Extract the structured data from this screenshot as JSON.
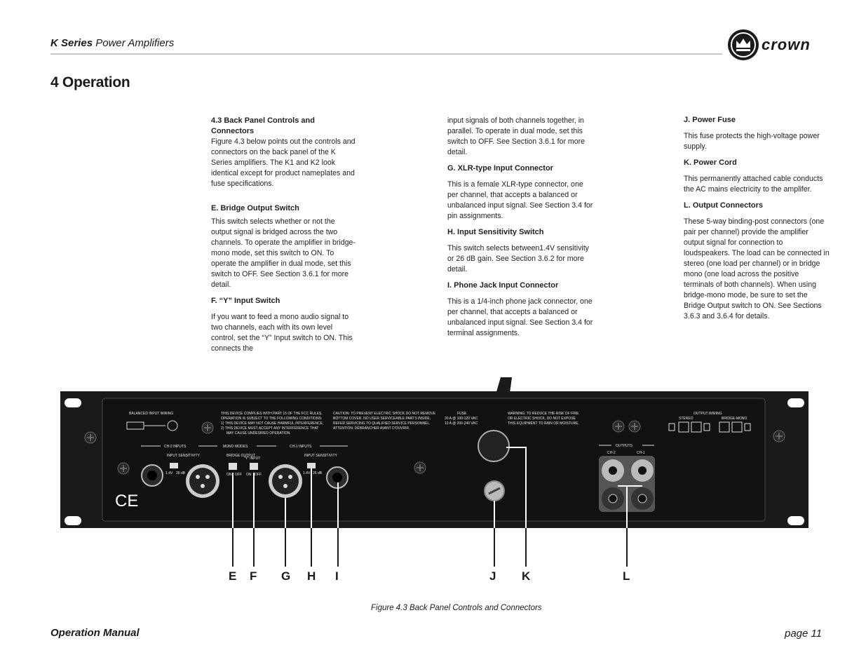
{
  "header": {
    "series": "K Series",
    "subtitle": "Power Amplifiers",
    "brand": "crown"
  },
  "section_title": "4 Operation",
  "columns": {
    "col1": {
      "heading": "4.3 Back Panel Controls and Connectors",
      "intro": "Figure 4.3 below points out the controls and connectors on the back panel of the K Series amplifiers. The K1 and K2 look identical except for product nameplates and fuse specifications.",
      "e_heading": "E. Bridge Output Switch",
      "e_body": "This switch selects whether or not the output signal is bridged across the two channels. To operate the amplifier in bridge-mono mode, set this switch to ON. To operate the amplifier in dual mode, set this switch to OFF. See Section 3.6.1 for more detail.",
      "f_heading": "F. “Y” Input Switch",
      "f_body": "If you want to feed a mono audio signal to two channels, each with its own level control, set the “Y” Input switch to ON.  This connects the"
    },
    "col2": {
      "f_cont": "input signals of both channels together, in parallel. To operate in dual mode, set this switch to OFF. See Section 3.6.1 for more detail.",
      "g_heading": "G. XLR-type Input Connector",
      "g_body": "This is a female XLR-type connector, one per channel, that accepts a balanced or unbalanced input signal. See Section 3.4 for pin assignments.",
      "h_heading": "H. Input Sensitivity Switch",
      "h_body": "This switch selects between1.4V sensitivity or 26 dB gain. See Section 3.6.2 for more detail.",
      "i_heading": "I. Phone Jack Input Connector",
      "i_body": "This is a 1/4-inch phone jack connector, one per channel, that accepts a balanced or unbalanced input signal. See Section 3.4 for terminal assignments."
    },
    "col3": {
      "j_heading": "J. Power Fuse",
      "j_body": "This fuse protects the high-voltage power supply.",
      "k_heading": "K. Power Cord",
      "k_body": "This permanently attached cable conducts the AC mains electricity to the amplifer.",
      "l_heading": "L. Output Connectors",
      "l_body": "These 5-way binding-post connectors (one pair per channel) provide the amplifier output signal for connection to loudspeakers. The load can be connected in stereo (one load per channel) or in bridge mono (one load across the positive terminals of both channels). When using bridge-mono mode, be sure to set the Bridge Output switch to ON. See Sections 3.6.3 and 3.6.4 for details."
    }
  },
  "figure": {
    "callouts": [
      "E",
      "F",
      "G",
      "H",
      "I",
      "J",
      "K",
      "L"
    ],
    "panel_labels": {
      "balanced_input_wiring": "BALANCED INPUT WIRING",
      "fcc_1": "THIS DEVICE COMPLIES WITH PART 15 OF THE FCC RULES.",
      "fcc_2": "OPERATION IS SUBJECT TO THE FOLLOWING CONDITIONS:",
      "fcc_3": "1) THIS DEVICE MAY NOT CAUSE HARMFUL INTERFERENCE,",
      "fcc_4": "2) THIS DEVICE MUST ACCEPT ANY INTERFERENCE THAT",
      "fcc_5": "MAY CAUSE UNDESIRED OPERATION.",
      "caution_1": "CAUTION: TO PREVENT ELECTRIC SHOCK DO NOT REMOVE",
      "caution_2": "BOTTOM COVER. NO USER SERVICEABLE PARTS INSIDE,",
      "caution_3": "REFER SERVICING TO QUALIFIED SERVICE PERSONNEL.",
      "caution_4": "ATTENTION: DÉBRANCHER AVANT D'OUVRIR.",
      "fuse_1": "FUSE",
      "fuse_2": "20 A @ 100-120 VAC",
      "fuse_3": "10 A @ 200-240 VAC",
      "warning_1": "WARNING: TO REDUCE THE RISK OF FIRE",
      "warning_2": "OR ELECTRIC SHOCK, DO NOT EXPOSE",
      "warning_3": "THIS EQUIPMENT TO RAIN OR MOISTURE.",
      "output_wiring": "OUTPUT WIRING",
      "stereo": "STEREO",
      "bridge_mono": "BRIDGE-MONO",
      "ch2_inputs": "CH-2 INPUTS",
      "mono_modes": "MONO MODES",
      "ch1_inputs": "CH-1 INPUTS",
      "input_sensitivity": "INPUT SENSITIVITY",
      "bridge_output": "BRIDGE OUTPUT",
      "y_input": "\"Y\" INPUT",
      "on": "ON",
      "off": "OFF",
      "sens_14v": "1.4V",
      "sens_26db": "26 dB",
      "outputs": "OUTPUTS",
      "ch2": "CH-2",
      "ch1": "CH-1",
      "ce": "CE"
    },
    "caption": "Figure 4.3  Back Panel Controls and Connectors"
  },
  "footer": {
    "manual": "Operation Manual",
    "page": "page 11"
  }
}
